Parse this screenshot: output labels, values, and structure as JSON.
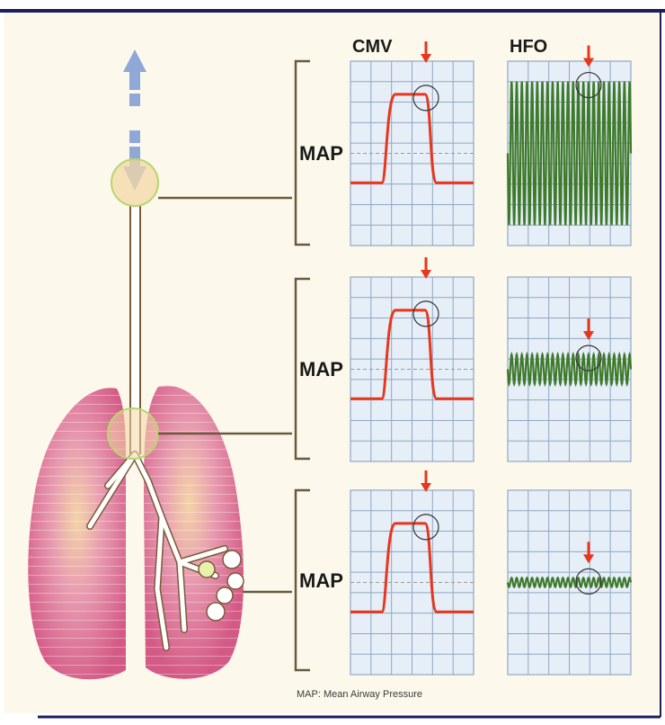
{
  "figure": {
    "columns": [
      "CMV",
      "HFO"
    ],
    "rows": [
      {
        "level": "airway",
        "map_label": "MAP",
        "hfo_amplitude": "large"
      },
      {
        "level": "bronchi",
        "map_label": "MAP",
        "hfo_amplitude": "medium"
      },
      {
        "level": "alveoli",
        "map_label": "MAP",
        "hfo_amplitude": "small"
      }
    ],
    "footnote": "MAP: Mean Airway Pressure",
    "colors": {
      "page_bg": "#fcf9ec",
      "lung_fill": "#d9668f",
      "lung_highlight": "#f3cfa4",
      "grid_bg": "#e6eef7",
      "grid_line": "#8fa8c4",
      "cmv_trace": "#e8361e",
      "hfo_trace": "#3f7a2c",
      "marker_arrow": "#e8361e",
      "flow_arrow": "#8fa8d8",
      "connector": "#6b5a3e"
    },
    "icons": [
      "flow-up-arrow-icon",
      "flow-down-arrow-icon",
      "red-marker-arrow-icon",
      "alveoli-cluster-icon"
    ]
  }
}
